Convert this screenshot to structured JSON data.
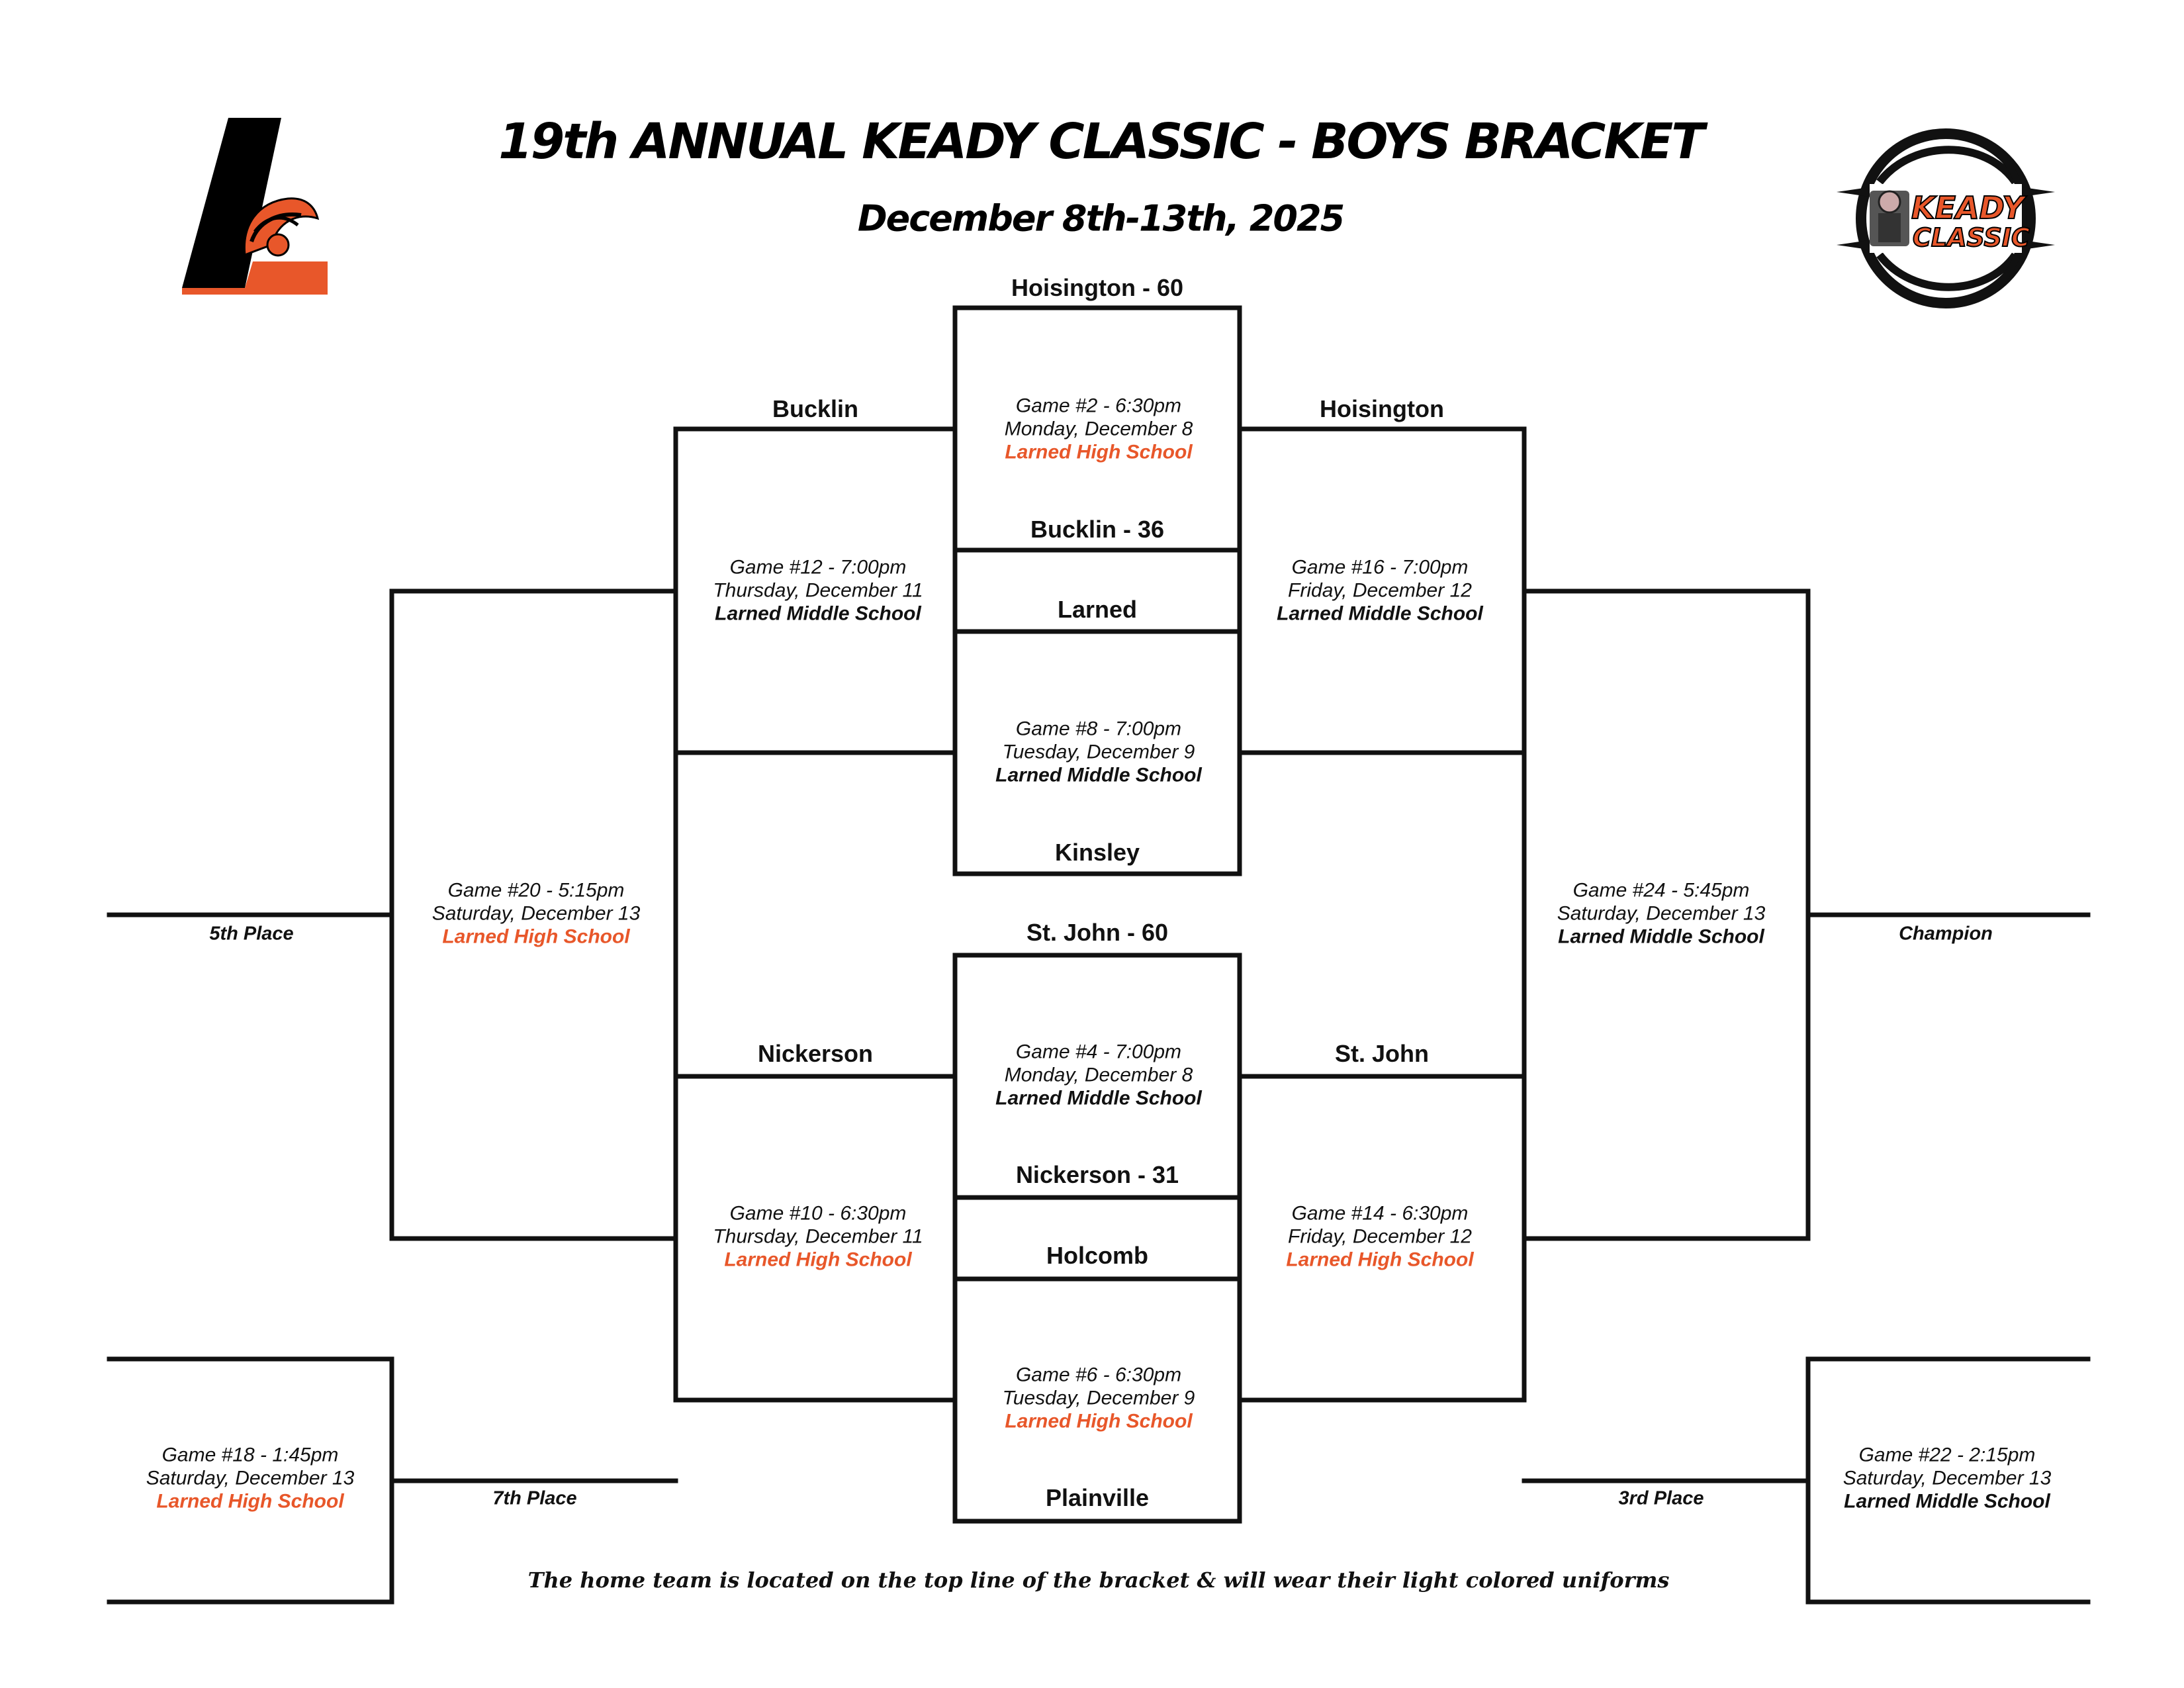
{
  "header": {
    "title": "19th ANNUAL KEADY CLASSIC - BOYS BRACKET",
    "dates": "December 8th-13th, 2025"
  },
  "colors": {
    "accent": "#e8572a",
    "line": "#111111"
  },
  "logos": {
    "left": {
      "icon": "larned-l-logo"
    },
    "right": {
      "icon": "keady-classic-basketball-logo",
      "lettering": "KEADY CLASSIC"
    }
  },
  "teams": {
    "g2_top": "Hoisington - 60",
    "g2_bottom": "Bucklin - 36",
    "g8_top": "Larned",
    "g8_bottom": "Kinsley",
    "g4_top": "St. John - 60",
    "g4_bottom": "Nickerson - 31",
    "g6_top": "Holcomb",
    "g6_bottom": "Plainville",
    "g12_top": "Bucklin",
    "g16_top": "Hoisington",
    "g10_top": "Nickerson",
    "g14_top": "St. John"
  },
  "games": {
    "g2": {
      "line1": "Game #2 - 6:30pm",
      "line2": "Monday, December 8",
      "venue": "Larned High School",
      "venue_color": "#e8572a"
    },
    "g8": {
      "line1": "Game #8 - 7:00pm",
      "line2": "Tuesday, December 9",
      "venue": "Larned Middle School",
      "venue_color": "#111111"
    },
    "g4": {
      "line1": "Game #4 - 7:00pm",
      "line2": "Monday, December 8",
      "venue": "Larned Middle School",
      "venue_color": "#111111"
    },
    "g6": {
      "line1": "Game #6 - 6:30pm",
      "line2": "Tuesday, December 9",
      "venue": "Larned High School",
      "venue_color": "#e8572a"
    },
    "g12": {
      "line1": "Game #12 - 7:00pm",
      "line2": "Thursday, December 11",
      "venue": "Larned Middle School",
      "venue_color": "#111111"
    },
    "g16": {
      "line1": "Game #16 - 7:00pm",
      "line2": "Friday, December 12",
      "venue": "Larned Middle School",
      "venue_color": "#111111"
    },
    "g10": {
      "line1": "Game #10 - 6:30pm",
      "line2": "Thursday, December 11",
      "venue": "Larned High School",
      "venue_color": "#e8572a"
    },
    "g14": {
      "line1": "Game #14 - 6:30pm",
      "line2": "Friday, December 12",
      "venue": "Larned High School",
      "venue_color": "#e8572a"
    },
    "g20": {
      "line1": "Game #20 - 5:15pm",
      "line2": "Saturday, December 13",
      "venue": "Larned High School",
      "venue_color": "#e8572a"
    },
    "g24": {
      "line1": "Game #24 - 5:45pm",
      "line2": "Saturday, December 13",
      "venue": "Larned Middle School",
      "venue_color": "#111111"
    },
    "g18": {
      "line1": "Game #18 - 1:45pm",
      "line2": "Saturday, December 13",
      "venue": "Larned High School",
      "venue_color": "#e8572a"
    },
    "g22": {
      "line1": "Game #22 - 2:15pm",
      "line2": "Saturday, December 13",
      "venue": "Larned Middle School",
      "venue_color": "#111111"
    }
  },
  "places": {
    "fifth": "5th Place",
    "champion": "Champion",
    "seventh": "7th Place",
    "third": "3rd Place"
  },
  "footer": {
    "note": "The home team is located on the top line of the bracket & will wear their light colored uniforms"
  }
}
